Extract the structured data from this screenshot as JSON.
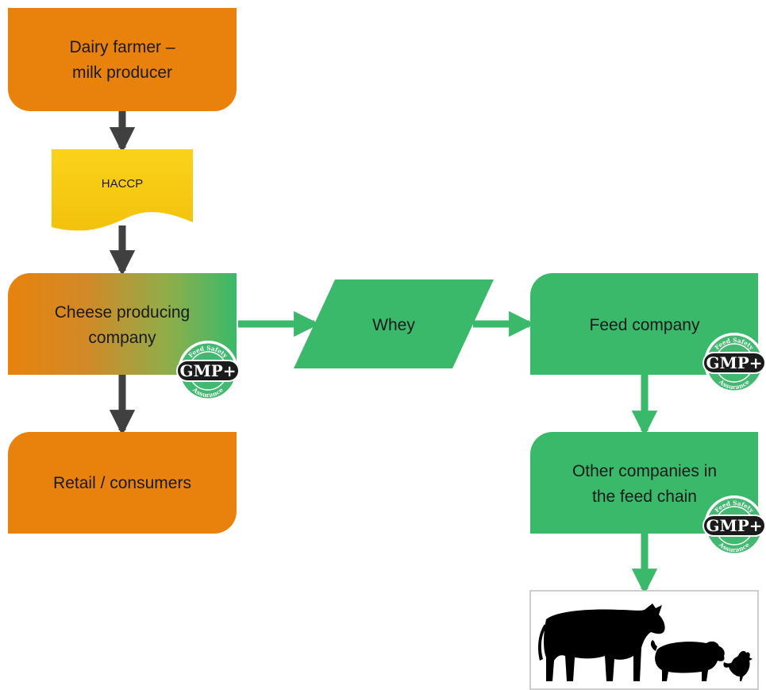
{
  "nodes": {
    "dairy_farmer": {
      "line1": "Dairy farmer –",
      "line2": "milk producer"
    },
    "haccp": {
      "label": "HACCP"
    },
    "cheese_company": {
      "line1": "Cheese producing",
      "line2": "company"
    },
    "retail": {
      "label": "Retail / consumers"
    },
    "whey": {
      "label": "Whey"
    },
    "feed_company": {
      "label": "Feed company"
    },
    "other_companies": {
      "line1": "Other companies in",
      "line2": "the feed chain"
    }
  },
  "badge": {
    "main": "GMP+",
    "top_arc": "Feed Safety",
    "bottom_arc": "Assurance"
  },
  "colors": {
    "orange": "#e8820c",
    "green": "#3ab96b",
    "yellow": "#f7cf12",
    "dark_arrow": "#404040",
    "badge_dark": "#1b1b1b"
  },
  "icons": [
    "cow-silhouette-icon",
    "pig-silhouette-icon",
    "rooster-silhouette-icon"
  ]
}
